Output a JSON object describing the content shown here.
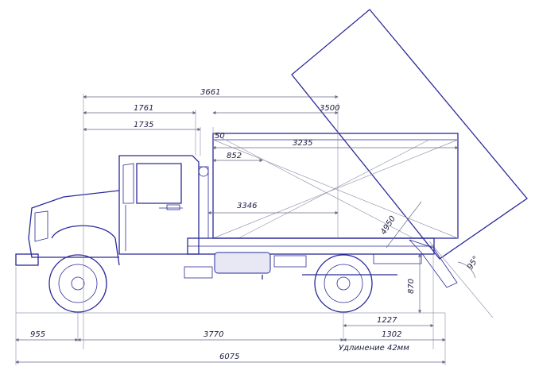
{
  "dimensions": {
    "d3661": "3661",
    "d1761": "1761",
    "d3500": "3500",
    "d1735": "1735",
    "d50": "50",
    "d3235": "3235",
    "d852": "852",
    "d3346": "3346",
    "d4950": "4950",
    "d95": "95°",
    "d870": "870",
    "d1227": "1227",
    "d955": "955",
    "d3770": "3770",
    "d1302": "1302",
    "d6075": "6075",
    "note_extension": "Удлинение 42мм"
  }
}
